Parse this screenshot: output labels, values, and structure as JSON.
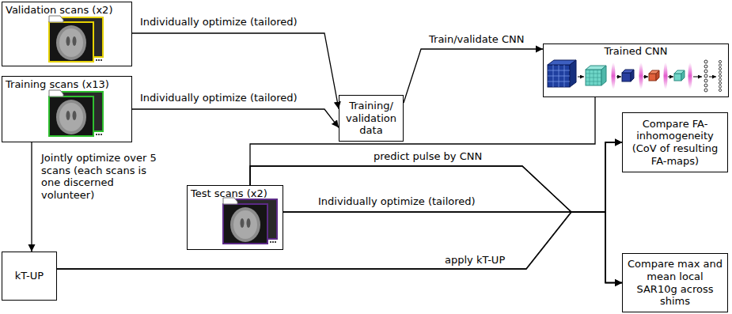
{
  "diagram": {
    "nodes": [
      {
        "text": [
          "Validation scans (x2)"
        ]
      },
      {
        "text": [
          "Training scans (x13)"
        ]
      },
      {
        "text": [
          "Training/ validation data"
        ]
      },
      {
        "text": [
          "Trained CNN"
        ]
      },
      {
        "text": [
          "Test scans (x2)"
        ]
      },
      {
        "text": [
          "kT-UP"
        ]
      },
      {
        "text": [
          "Compare FA-inhomogeneity (CoV of resulting FA-maps)"
        ]
      },
      {
        "text": [
          "Compare max and mean local SAR10g across shims"
        ]
      }
    ],
    "edges": [
      {
        "from": 0,
        "to": 2,
        "label": "Individually optimize (tailored)",
        "arrow": "to"
      },
      {
        "from": 1,
        "to": 2,
        "label": "Individually optimize (tailored)",
        "arrow": "to"
      },
      {
        "from": 2,
        "to": 3,
        "label": "Train/validate CNN",
        "arrow": "to"
      },
      {
        "from": 1,
        "to": 5,
        "label": "Jointly optimize over 5 scans (each scans is one discerned volunteer)",
        "arrow": "to"
      },
      {
        "from": 3,
        "to": 4,
        "arrow": "none"
      },
      {
        "from": 4,
        "to": 6,
        "label": "predict pulse by CNN",
        "arrow": "to"
      },
      {
        "from": 4,
        "to": 7,
        "arrow": "to"
      },
      {
        "from": 4,
        "to": 6,
        "label": "Individually optimize (tailored)",
        "arrow": "to"
      },
      {
        "from": 4,
        "to": 7,
        "arrow": "to"
      },
      {
        "from": 5,
        "to": 6,
        "label": "apply kT-UP",
        "arrow": "to"
      },
      {
        "from": 5,
        "to": 7,
        "arrow": "to"
      }
    ]
  }
}
